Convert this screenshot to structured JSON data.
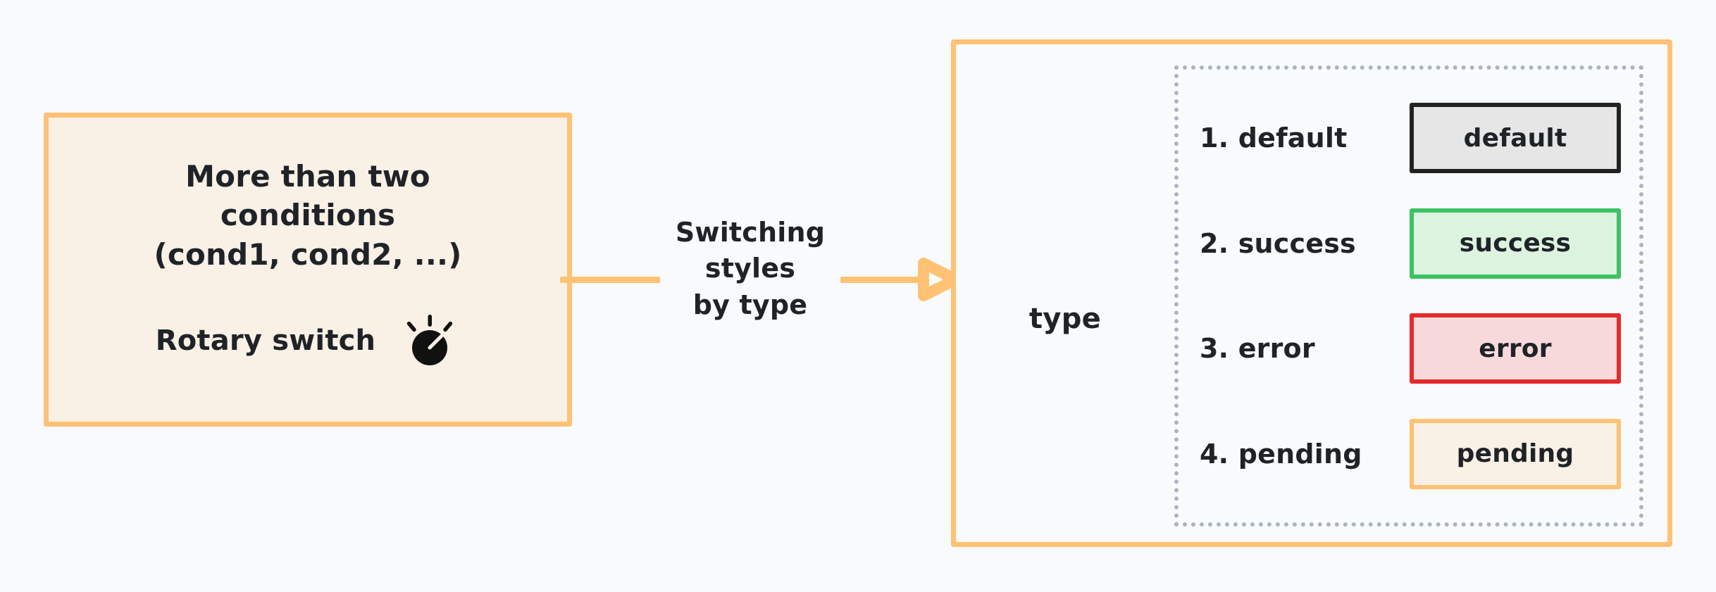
{
  "canvas": {
    "background_color": "#F8FAFC",
    "accent_color": "#FFC173",
    "text_color": "#1F2328",
    "dotted_border_color": "#A9B5C2"
  },
  "condition_card": {
    "title_lines": [
      "More than two",
      "conditions",
      "(cond1, cond2, ...)"
    ],
    "switch_label": "Rotary switch",
    "icon": "rotary-switch-icon",
    "fill_color": "#F9F0E6",
    "border_color": "#FFC173"
  },
  "connector": {
    "label_lines": [
      "Switching",
      "styles",
      "by type"
    ],
    "arrow_color": "#FFC173",
    "arrow_icon": "arrow-right-icon"
  },
  "type_panel": {
    "label": "type",
    "border_color": "#FFC173",
    "rows": [
      {
        "label": "1. default",
        "badge_text": "default",
        "badge_fill": "#E6E6E6",
        "badge_border": "#222222"
      },
      {
        "label": "2. success",
        "badge_text": "success",
        "badge_fill": "#DCF3E0",
        "badge_border": "#3DC262"
      },
      {
        "label": "3. error",
        "badge_text": "error",
        "badge_fill": "#F7D9DC",
        "badge_border": "#E32B2B"
      },
      {
        "label": "4. pending",
        "badge_text": "pending",
        "badge_fill": "#F9F0E6",
        "badge_border": "#FFC173"
      }
    ]
  }
}
